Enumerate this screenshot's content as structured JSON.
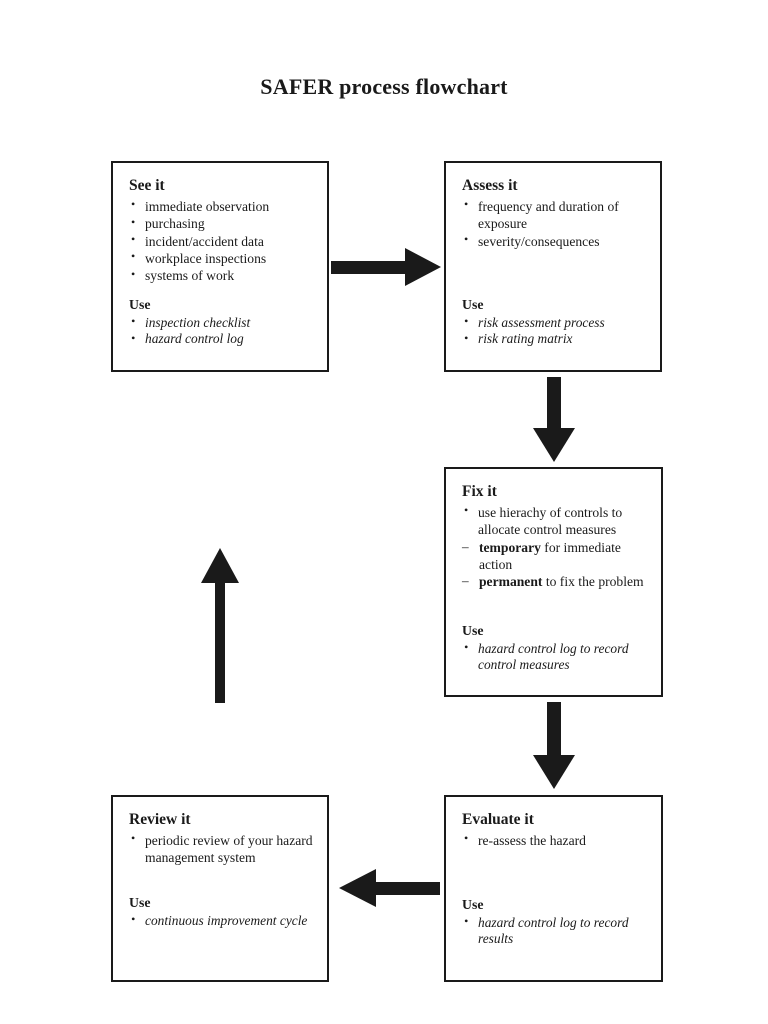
{
  "page": {
    "title": "SAFER process flowchart",
    "use_label": "Use",
    "ink_color": "#1a1a1a",
    "background_color": "#ffffff"
  },
  "nodes": {
    "see": {
      "title": "See it",
      "bullets": [
        "immediate observation",
        "purchasing",
        "incident/accident data",
        "workplace inspections",
        "systems of work"
      ],
      "use_label": "Use",
      "use_items": [
        "inspection checklist",
        "hazard control log"
      ]
    },
    "assess": {
      "title": "Assess it",
      "bullets": [
        "frequency and duration of exposure",
        "severity/consequences"
      ],
      "use_label": "Use",
      "use_items": [
        "risk assessment process",
        "risk rating matrix"
      ]
    },
    "fix": {
      "title": "Fix it",
      "bullets": [
        "use hierachy of controls to allocate control measures"
      ],
      "sub_bullets": [
        {
          "emphasis": "temporary",
          "rest": " for immediate action"
        },
        {
          "emphasis": "permanent",
          "rest": " to fix the problem"
        }
      ],
      "use_label": "Use",
      "use_items": [
        "hazard control log to record control measures"
      ]
    },
    "evaluate": {
      "title": "Evaluate it",
      "bullets": [
        "re-assess the hazard"
      ],
      "use_label": "Use",
      "use_items": [
        "hazard control log to record results"
      ]
    },
    "review": {
      "title": "Review it",
      "bullets": [
        "periodic review of your hazard management system"
      ],
      "use_label": "Use",
      "use_items": [
        "continuous improvement cycle"
      ]
    }
  },
  "arrows": [
    {
      "name": "see-to-assess",
      "from": "See it",
      "to": "Assess it",
      "direction": "right"
    },
    {
      "name": "assess-to-fix",
      "from": "Assess it",
      "to": "Fix it",
      "direction": "down"
    },
    {
      "name": "fix-to-evaluate",
      "from": "Fix it",
      "to": "Evaluate it",
      "direction": "down"
    },
    {
      "name": "evaluate-to-review",
      "from": "Evaluate it",
      "to": "Review it",
      "direction": "left"
    },
    {
      "name": "review-to-fix",
      "from": "Review it",
      "to": "Fix it",
      "direction": "up"
    }
  ]
}
